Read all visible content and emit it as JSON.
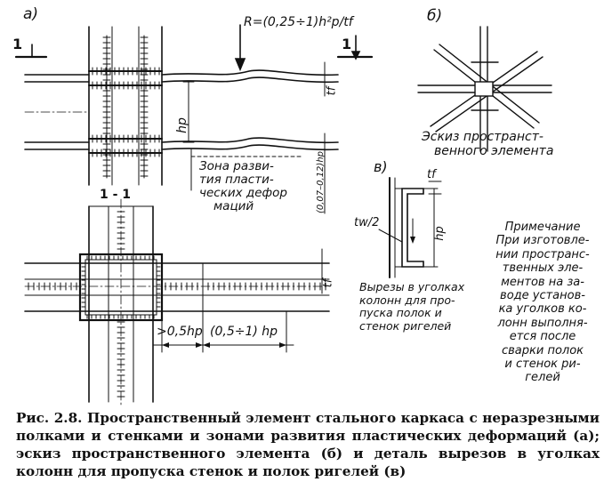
{
  "figure": {
    "panel_a": "а)",
    "panel_b": "б)",
    "panel_v": "в)",
    "section_mark": "1",
    "section_mark_right": "1",
    "section_title": "1 - 1",
    "formula": "R=(0,25÷1)h²p/tf",
    "label_hp": "hp",
    "label_tf": "tf",
    "label_tf_right": "tf",
    "label_small_dim": "(0,07–0,12)hp",
    "zone_text": [
      "Зона разви-",
      "тия пласти-",
      "ческих дефор",
      "маций"
    ],
    "dim_left": ">0,5hp",
    "dim_right": "(0,5÷1) hp",
    "sketch_text": [
      "Эскиз пространст-",
      "венного элемента"
    ],
    "detail_tw": "tw/2",
    "detail_tf": "tf",
    "detail_hp": "hp",
    "cut_text": [
      "Вырезы в уголках",
      "колонн для про-",
      "пуска полок и",
      "стенок ригелей"
    ],
    "note_lines": [
      "Примечание",
      "При изготовле-",
      "нии пространс-",
      "твенных эле-",
      "ментов на за-",
      "воде установ-",
      "ка уголков ко-",
      "лонн выполня-",
      "ется после",
      "сварки полок",
      "и стенок ри-",
      "гелей"
    ]
  },
  "caption": {
    "text": "Рис. 2.8. Пространственный элемент стального каркаса с неразрезными полками и стенками и зонами развития пластических деформаций (а); эскиз пространственного элемента (б) и деталь вырезов в уголках колонн для пропуска стенок и полок ригелей (в)"
  }
}
